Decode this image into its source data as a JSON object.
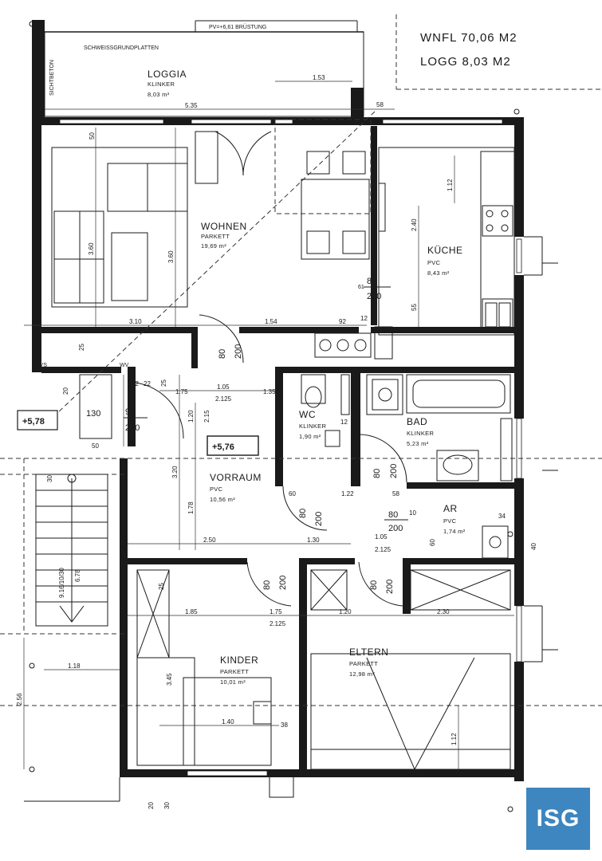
{
  "summary": {
    "wnfl": "WNFL  70,06  M2",
    "logg": "LOGG   8,03  M2"
  },
  "notes": {
    "parapet": "PV=+6,61 BRÜSTUNG",
    "sichtbeton": "SICHTBETON",
    "schweiss": "SCHWEISSGRUNDPLATTEN",
    "evs": "EVS",
    "wv": "WV"
  },
  "levels": {
    "main": "+5,76",
    "stair": "+5,78"
  },
  "rooms": {
    "loggia": {
      "name": "LOGGIA",
      "floor": "KLINKER",
      "area": "8,03 m²"
    },
    "wohnen": {
      "name": "WOHNEN",
      "floor": "PARKETT",
      "area": "19,69 m²"
    },
    "kueche": {
      "name": "KÜCHE",
      "floor": "PVC",
      "area": "8,43 m²"
    },
    "wc": {
      "name": "WC",
      "floor": "KLINKER",
      "area": "1,90 m²"
    },
    "bad": {
      "name": "BAD",
      "floor": "KLINKER",
      "area": "5,23 m²"
    },
    "vorraum": {
      "name": "VORRAUM",
      "floor": "PVC",
      "area": "10,56 m²"
    },
    "ar": {
      "name": "AR",
      "floor": "PVC",
      "area": "1,74 m²"
    },
    "kinder": {
      "name": "KINDER",
      "floor": "PARKETT",
      "area": "10,01 m²"
    },
    "eltern": {
      "name": "ELTERN",
      "floor": "PARKETT",
      "area": "12,98 m²"
    }
  },
  "doors": {
    "entry": [
      "90",
      "200"
    ],
    "stairs": "130",
    "kueche": [
      "80",
      "200"
    ],
    "wohnen_v": [
      "80",
      "200"
    ],
    "wc": [
      "80",
      "200"
    ],
    "bad": [
      "80",
      "200"
    ],
    "ar": [
      "80",
      "200"
    ],
    "vorraum": [
      "80",
      "200"
    ],
    "kinder": [
      "80",
      "200"
    ],
    "eltern": [
      "80",
      "200"
    ]
  },
  "dims": {
    "d153": "1.53",
    "d535": "5.35",
    "d25a": "25",
    "d58": "58",
    "d360a": "3.60",
    "d360b": "3.60",
    "d310": "3.10",
    "d154": "1.54",
    "d92": "92",
    "d12a": "12",
    "d112a": "1.12",
    "d240": "2.40",
    "d55": "55",
    "d61": "61",
    "d105a": "1.05",
    "d2125a": "2.125",
    "d135": "1.35",
    "d22": "22",
    "d175": "1.75",
    "d130": "1.30",
    "d250": "2.50",
    "d320": "3.20",
    "d178": "1.78",
    "d120a": "1.20",
    "d122": "1.22",
    "d60a": "60",
    "d60b": "60",
    "d58b": "58",
    "d10": "10",
    "d105b": "1.05",
    "d2125b": "2.125",
    "d34": "34",
    "d40": "40",
    "d185": "1.85",
    "d2125c": "2.125",
    "d175b": "1.75",
    "d120b": "1.20",
    "d230": "2.30",
    "d345": "3.45",
    "d140": "1.40",
    "d112b": "1.12",
    "d38": "38",
    "d12b": "12",
    "d12c": "12",
    "d118": "1.18",
    "d256": "2.56",
    "d678": "6.78",
    "d1030": "9.16/10/30",
    "d50": "50",
    "d25b": "25",
    "d25c": "25",
    "d30": "30",
    "d20": "20",
    "d40b": "40",
    "d215": "2.15"
  },
  "logo": {
    "text": "ISG",
    "bg": "#3d86bf"
  },
  "colors": {
    "ink": "#1a1a1a",
    "paper": "#ffffff"
  }
}
